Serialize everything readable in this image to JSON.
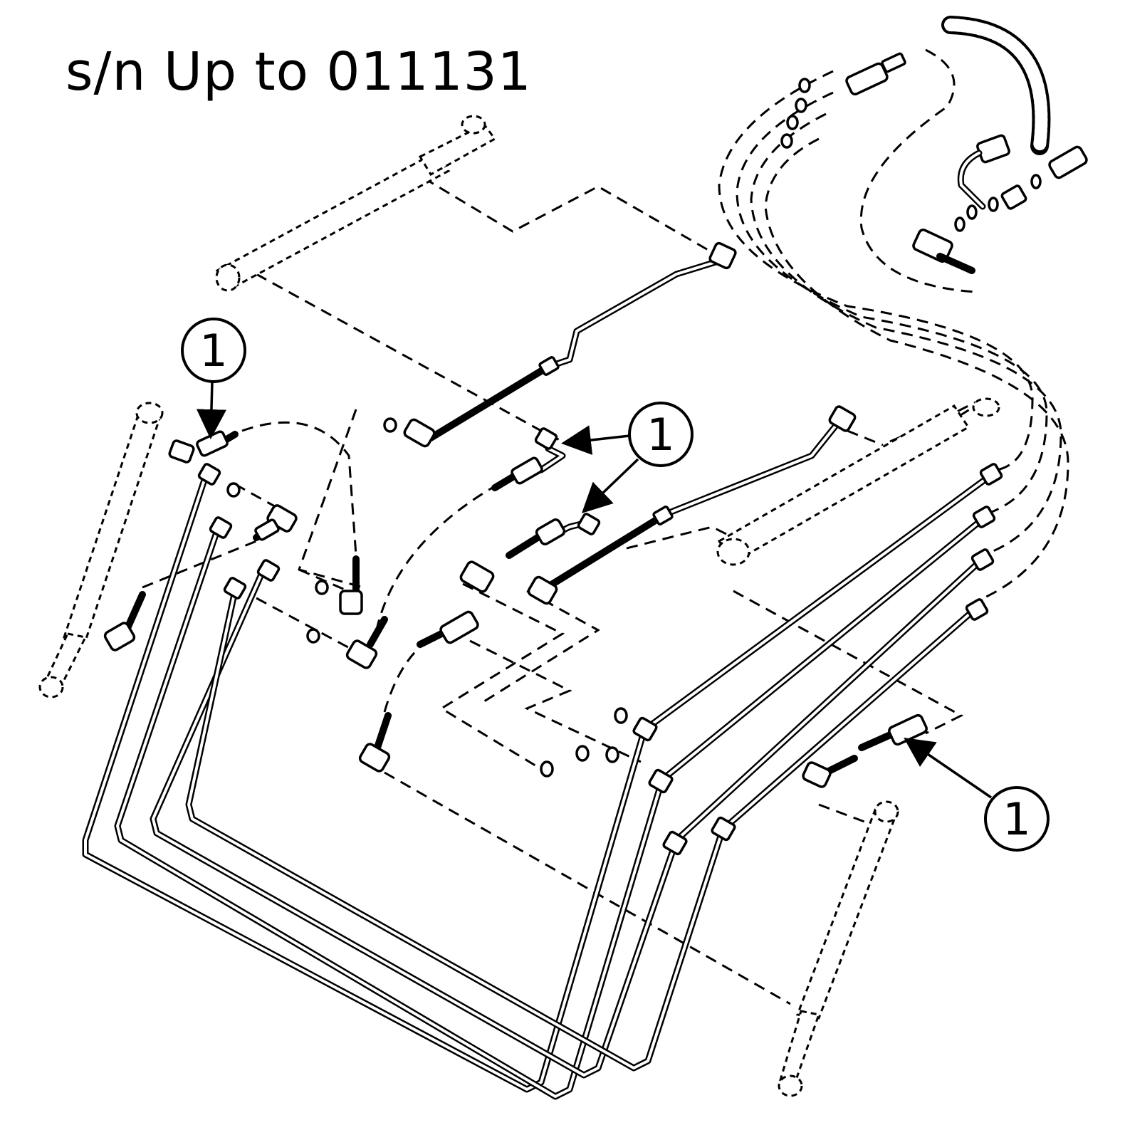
{
  "title": "s/n Up to 011131",
  "callouts": [
    {
      "label": "1"
    },
    {
      "label": "1"
    },
    {
      "label": "1"
    }
  ]
}
